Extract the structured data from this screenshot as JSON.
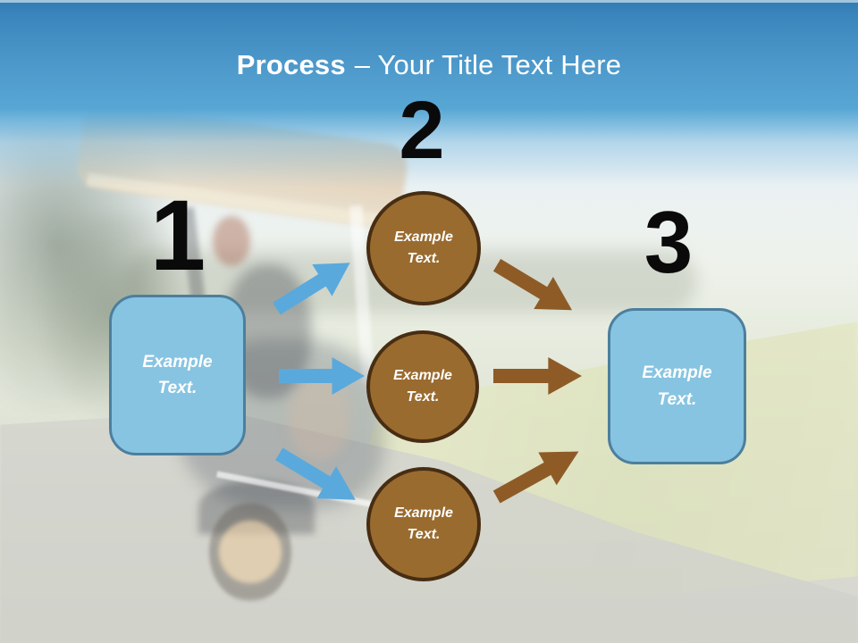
{
  "slide": {
    "title": {
      "emphasis": "Process",
      "rest": "– Your Title Text Here"
    },
    "photo_alt": "faded photo of a golfer driving a golf cart on a golf course",
    "steps": [
      {
        "number": "1",
        "shape": "rounded-rectangle",
        "label": "Example Text."
      },
      {
        "number": "2",
        "shape": "circle-group",
        "labels": [
          "Example Text.",
          "Example Text.",
          "Example Text."
        ]
      },
      {
        "number": "3",
        "shape": "rounded-rectangle",
        "label": "Example Text."
      }
    ],
    "arrows": [
      {
        "name": "arrow-up-right-blue",
        "color": "#5aa9dc"
      },
      {
        "name": "arrow-right-blue",
        "color": "#5aa9dc"
      },
      {
        "name": "arrow-down-right-blue",
        "color": "#5aa9dc"
      },
      {
        "name": "arrow-down-right-brown",
        "color": "#8e5b26"
      },
      {
        "name": "arrow-right-brown",
        "color": "#8e5b26"
      },
      {
        "name": "arrow-up-right-brown",
        "color": "#8e5b26"
      }
    ],
    "colors": {
      "header_top": "#2f7bb1",
      "header_mid": "#57a7d5",
      "title_text": "#ffffff",
      "number_text": "#0a0a0a",
      "box_fill": "#87c4e2",
      "box_border": "#4c7f9d",
      "box_text": "#ffffff",
      "circle_fill": "#9a6b2f",
      "circle_border": "#472d13",
      "circle_text": "#ffffff",
      "arrow_blue": "#5aa9dc",
      "arrow_brown": "#8e5b26"
    }
  }
}
